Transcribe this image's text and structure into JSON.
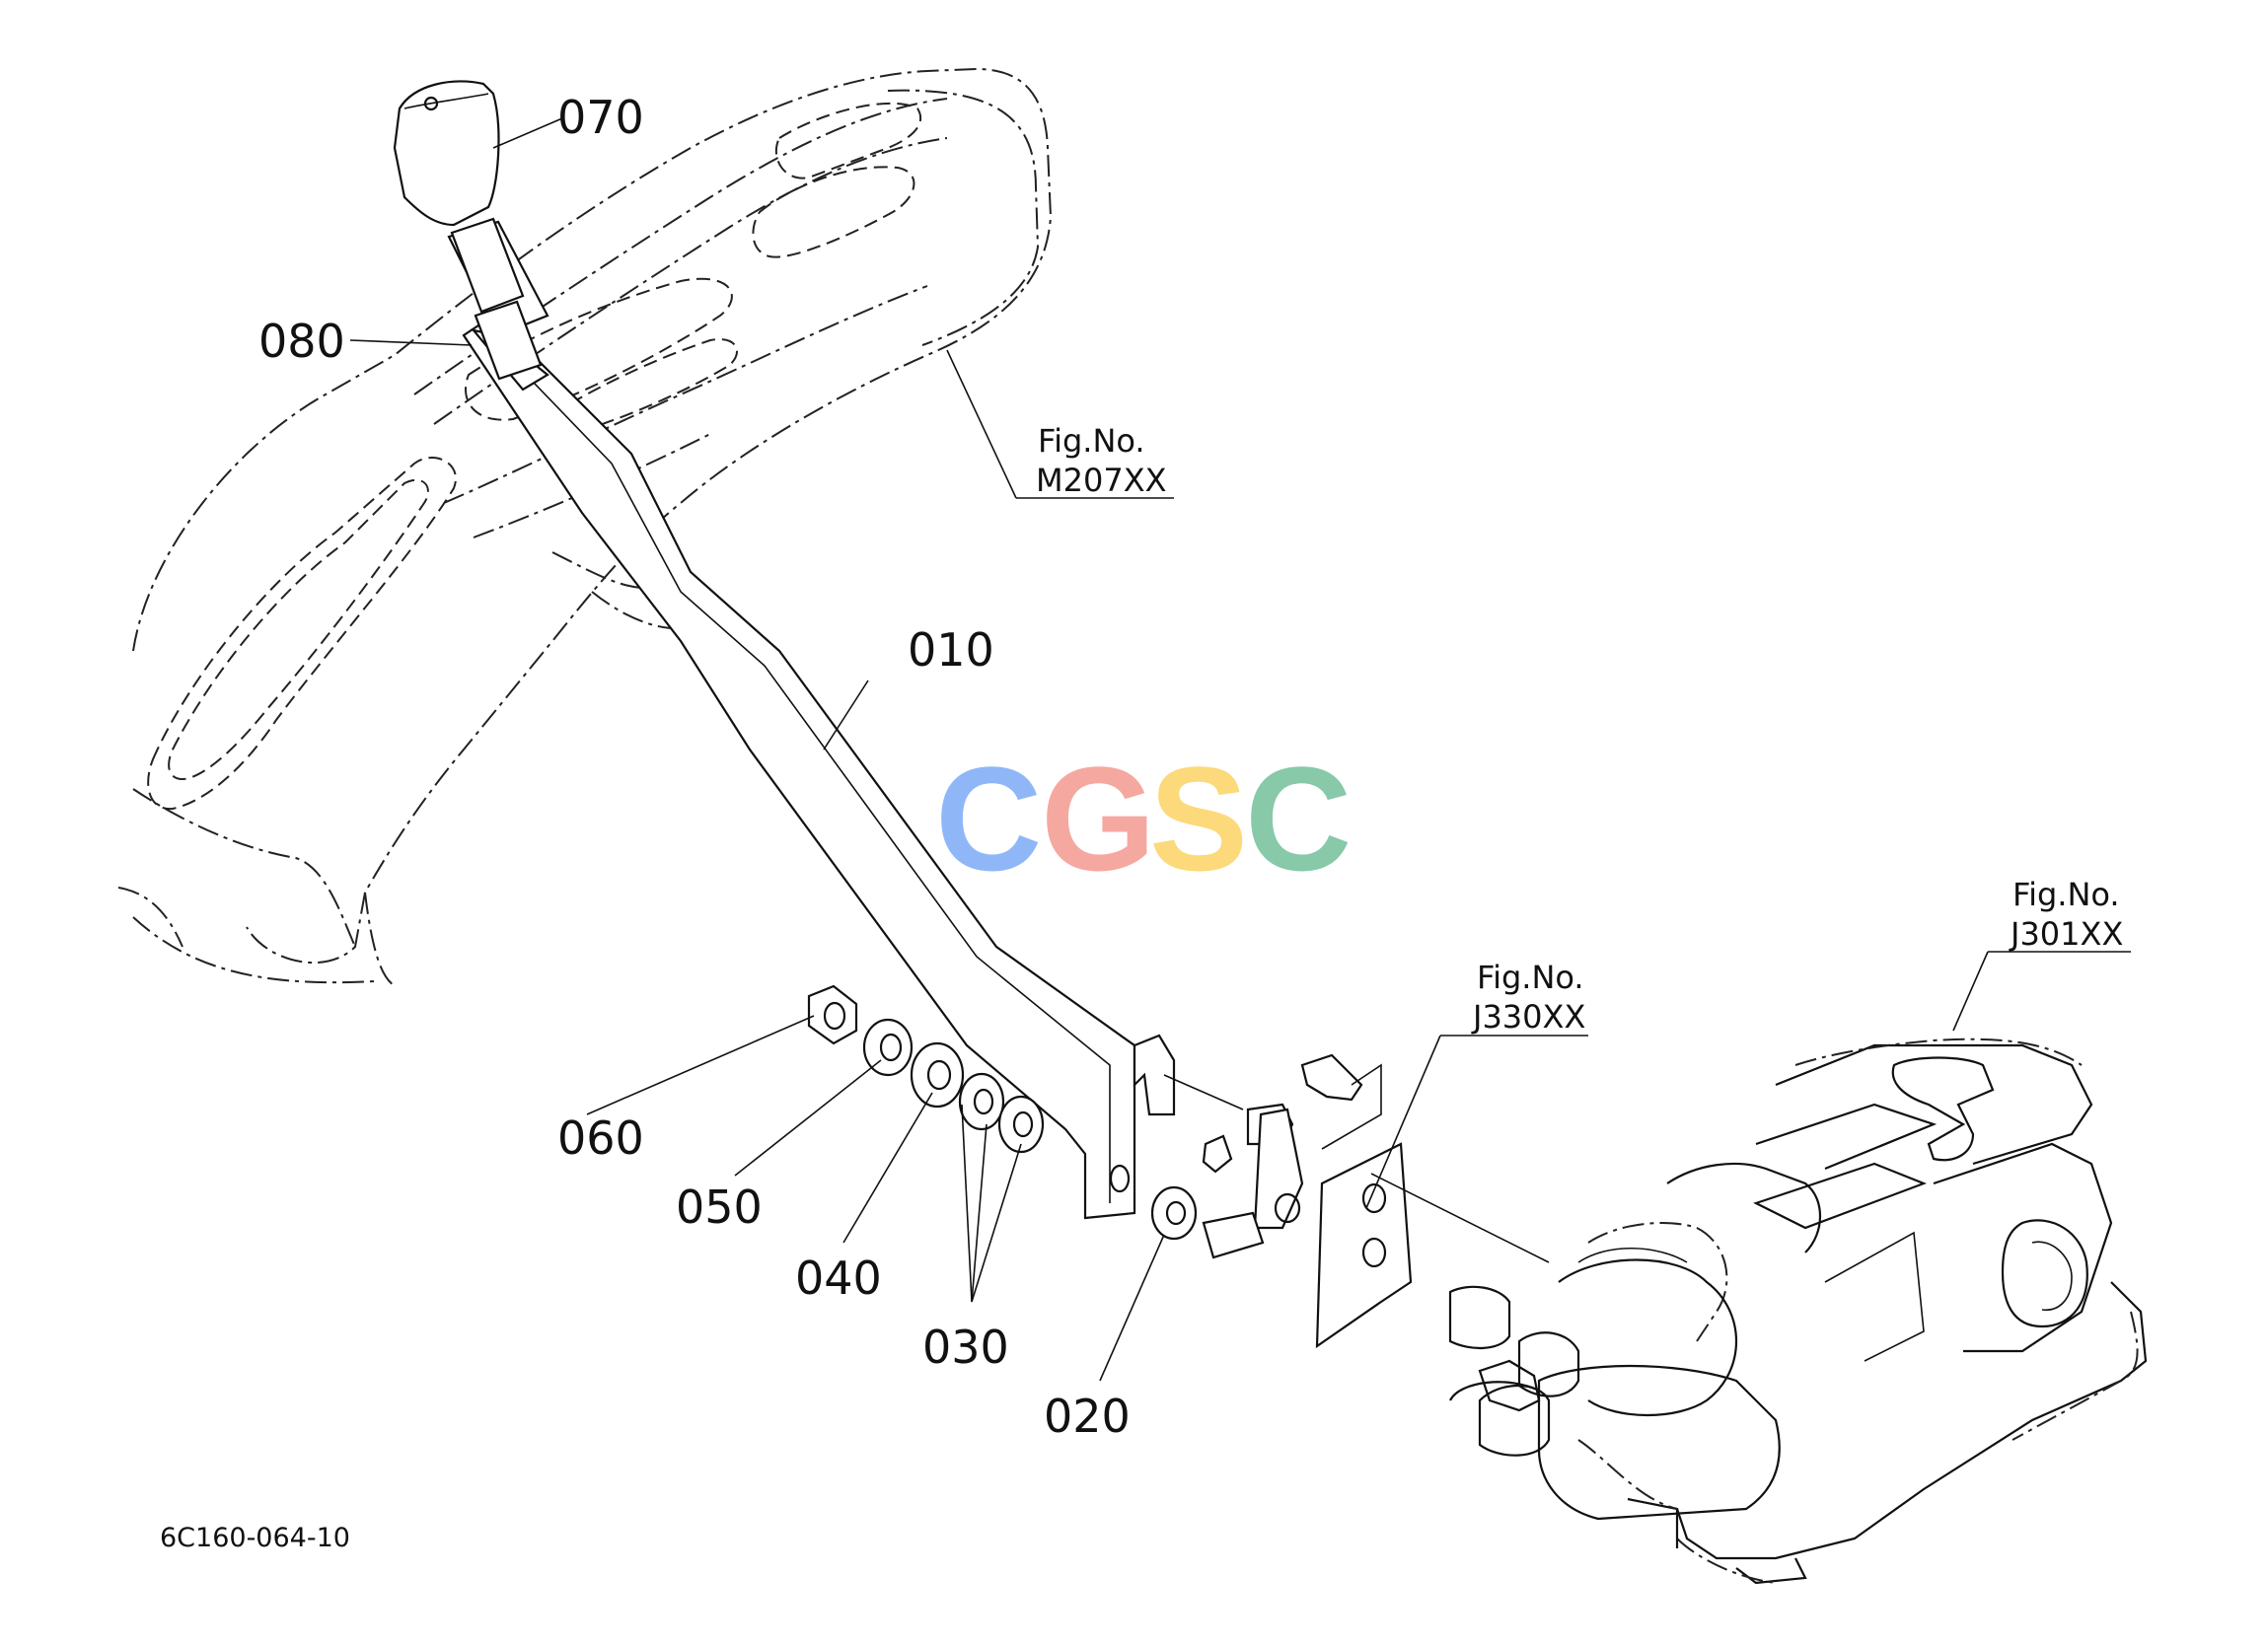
{
  "diagram": {
    "code": "6C160-064-10",
    "parts": [
      {
        "id": "010"
      },
      {
        "id": "020"
      },
      {
        "id": "030"
      },
      {
        "id": "040"
      },
      {
        "id": "050"
      },
      {
        "id": "060"
      },
      {
        "id": "070"
      },
      {
        "id": "080"
      }
    ],
    "references": [
      {
        "caption": "Fig.No.",
        "code": "M207XX"
      },
      {
        "caption": "Fig.No.",
        "code": "J330XX"
      },
      {
        "caption": "Fig.No.",
        "code": "J301XX"
      }
    ]
  },
  "watermark": {
    "letters": [
      "C",
      "G",
      "S",
      "C"
    ],
    "colors": [
      "#8ab4f8",
      "#f5a49a",
      "#fcd873",
      "#81c7a5"
    ]
  }
}
